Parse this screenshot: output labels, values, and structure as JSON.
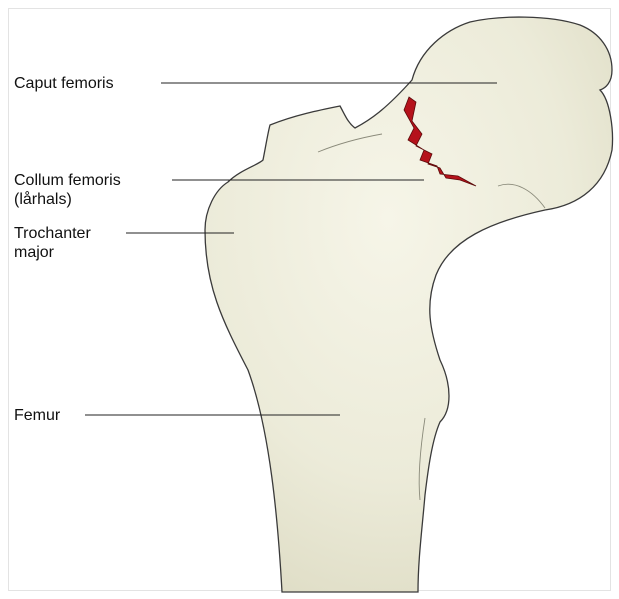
{
  "labels": {
    "caput": "Caput femoris",
    "collum_line1": "Collum femoris",
    "collum_line2": "(lårhals)",
    "trochanter_line1": "Trochanter",
    "trochanter_line2": "major",
    "femur": "Femur"
  },
  "colors": {
    "bone_fill": "#ecebd9",
    "bone_stroke": "#3a3a3a",
    "fracture": "#b5121b",
    "leader_line": "#222222"
  }
}
